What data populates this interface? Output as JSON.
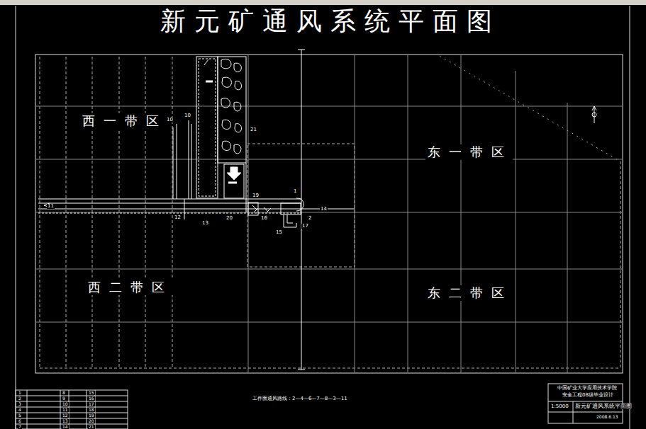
{
  "diagram": {
    "title": "新元矿通风系统平面图",
    "labels": [
      "西一带区",
      "东一带区",
      "西二带区",
      "东二带区",
      "10",
      "10",
      "21",
      "1",
      "19",
      "14",
      "2",
      "15",
      "16",
      "11",
      "12",
      "13",
      "20",
      "17",
      "工作面通风路线：2—4—6—7—8—3—11",
      "中国矿业大学应用技术学院",
      "安全工程08级毕业设计",
      "1:5000",
      "新元矿通风系统平面图",
      "2008.6.13",
      "1",
      "2",
      "3",
      "4",
      "5",
      "6",
      "7",
      "8",
      "9",
      "10",
      "11",
      "12",
      "13",
      "14",
      "15",
      "16",
      "17",
      "18",
      "19",
      "20",
      "21"
    ]
  }
}
